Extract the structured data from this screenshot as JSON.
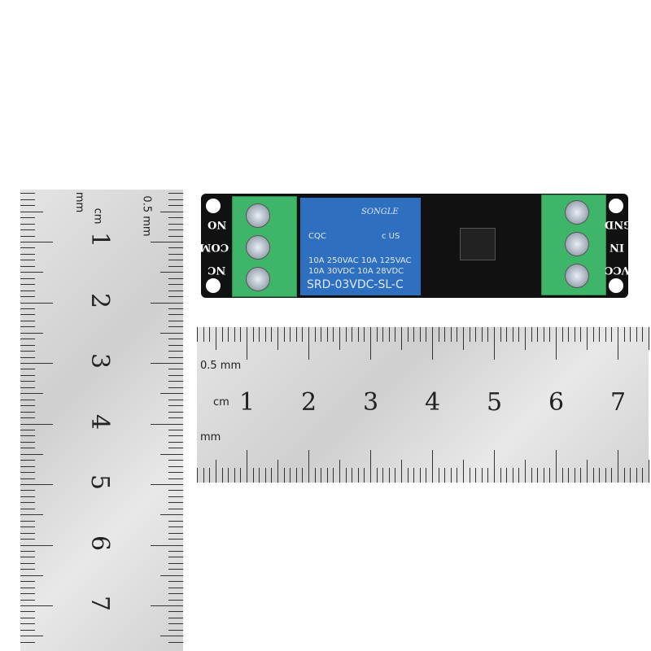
{
  "vertical_ruler": {
    "labels": {
      "half_mm": "0.5 mm",
      "mm": "mm",
      "cm": "cm"
    },
    "numbers": [
      "1",
      "2",
      "3",
      "4",
      "5",
      "6",
      "7"
    ]
  },
  "horizontal_ruler": {
    "labels": {
      "half_mm": "0.5 mm",
      "cm": "cm",
      "mm": "mm"
    },
    "numbers": [
      "1",
      "2",
      "3",
      "4",
      "5",
      "6",
      "7"
    ]
  },
  "relay_module": {
    "relay": {
      "brand": "SONGLE",
      "cert_left": "CQC",
      "cert_right": "c US",
      "rating_line1": "10A 250VAC  10A 125VAC",
      "rating_line2": "10A  30VDC  10A  28VDC",
      "model": "SRD-03VDC-SL-C"
    },
    "left_pins": [
      "NO",
      "COM",
      "NC"
    ],
    "right_pins": [
      "GND",
      "IN",
      "VCC"
    ]
  },
  "colors": {
    "pcb": "#111111",
    "relay": "#2e6fc0",
    "terminal": "#3fb56a"
  }
}
